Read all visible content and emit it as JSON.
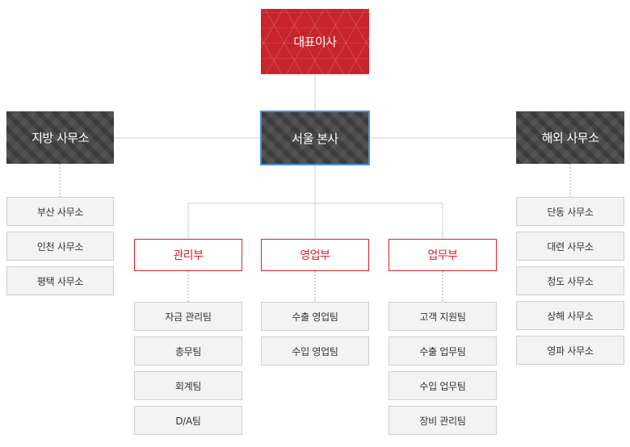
{
  "ceo": {
    "label": "대표이사"
  },
  "offices": {
    "regional": {
      "label": "지방 사무소",
      "branches": [
        "부산 사무소",
        "인천 사무소",
        "평택 사무소"
      ]
    },
    "seoul": {
      "label": "서울 본사"
    },
    "overseas": {
      "label": "해외 사무소",
      "branches": [
        "단동 사무소",
        "대련 사무소",
        "청도 사무소",
        "상해 사무소",
        "영파 사무소"
      ]
    }
  },
  "departments": [
    {
      "label": "관리부",
      "teams": [
        "자금 관리팀",
        "총무팀",
        "회계팀",
        "D/A팀"
      ]
    },
    {
      "label": "영업부",
      "teams": [
        "수출 영업팀",
        "수입 영업팀"
      ]
    },
    {
      "label": "업무부",
      "teams": [
        "고객 지원팀",
        "수출 업무팀",
        "수입 업무팀",
        "장비 관리팀"
      ]
    }
  ],
  "colors": {
    "ceo_red": "#c8242c",
    "dept_red": "#d6242c",
    "office_gray": "#4b4b4b",
    "leaf_bg": "#f3f3f3",
    "selection_blue": "#4a90e2"
  }
}
